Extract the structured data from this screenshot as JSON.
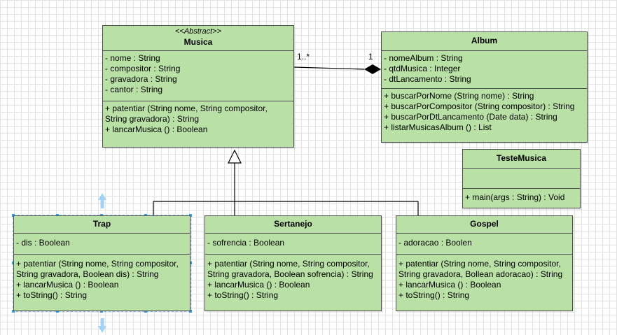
{
  "classes": {
    "musica": {
      "stereotype": "<<Abstract>>",
      "name": "Musica",
      "attributes": [
        "- nome : String",
        "- compositor : String",
        "- gravadora : String",
        "- cantor : String"
      ],
      "methods": [
        "+ patentiar (String nome, String compositor, String gravadora) : String",
        "+ lancarMusica () : Boolean"
      ]
    },
    "album": {
      "name": "Album",
      "attributes": [
        "- nomeAlbum : String",
        "- qtdMusica : Integer",
        "- dtLancamento : String"
      ],
      "methods": [
        "+ buscarPorNome (String nome) : String",
        "+ buscarPorCompositor (String compositor) : String",
        "+ buscarPorDtLancamento (Date data) : String",
        "+ listarMusicasAlbum () : List"
      ]
    },
    "testeMusica": {
      "name": "TesteMusica",
      "attributes": [],
      "methods": [
        "+ main(args : String) : Void"
      ]
    },
    "trap": {
      "name": "Trap",
      "attributes": [
        "- dis : Boolean"
      ],
      "methods": [
        "+ patentiar (String nome, String compositor, String gravadora, Boolean dis) : String",
        "+ lancarMusica () : Boolean",
        "+ toString() : String"
      ]
    },
    "sertanejo": {
      "name": "Sertanejo",
      "attributes": [
        "- sofrencia : Boolean"
      ],
      "methods": [
        "+ patentiar (String nome, String compositor, String gravadora, Boolean sofrencia) : String",
        "+ lancarMusica () : Boolean",
        "+ toString() : String"
      ]
    },
    "gospel": {
      "name": "Gospel",
      "attributes": [
        "- adoracao : Boolen"
      ],
      "methods": [
        "+ patentiar (String nome, String compositor, String gravadora, Bollean adoracao) : String",
        "+ lancarMusica () : Boolean",
        "+ toString() : String"
      ]
    }
  },
  "association": {
    "source_multiplicity": "1..*",
    "target_multiplicity": "1"
  },
  "colors": {
    "class_fill": "#b9e0a5",
    "border": "#4d4d4d",
    "selection": "#29a3ff"
  }
}
